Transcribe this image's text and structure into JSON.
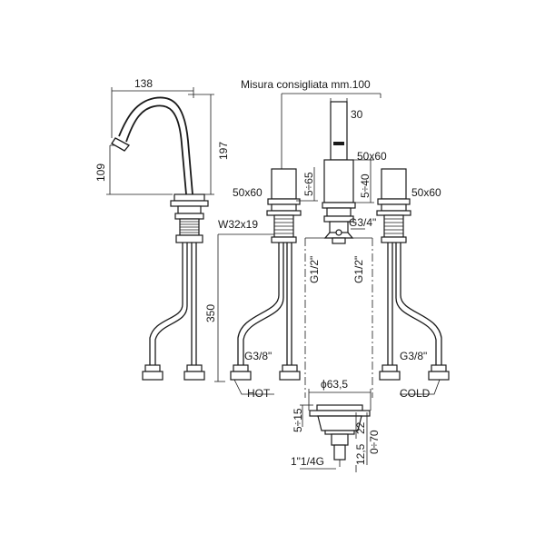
{
  "labels": {
    "recommended": "Misura consigliata mm.100",
    "w138": "138",
    "h197": "197",
    "h109": "109",
    "d30": "30",
    "b50x60_top": "50x60",
    "b50x60_left": "50x60",
    "b50x60_right": "50x60",
    "r5_65": "5÷65",
    "r5_40": "5÷40",
    "w32x19": "W32x19",
    "g3_4": "G3/4\"",
    "g1_2_left": "G1/2\"",
    "g1_2_right": "G1/2\"",
    "h350": "350",
    "g3_8_left": "G3/8\"",
    "g3_8_right": "G3/8\"",
    "hot": "HOT",
    "cold": "COLD",
    "phi63": "ϕ63,5",
    "r5_15": "5÷15",
    "d22": "22",
    "r0_70": "0÷70",
    "d12_5": "12,5",
    "g1_1_4": "1\"1/4G"
  }
}
